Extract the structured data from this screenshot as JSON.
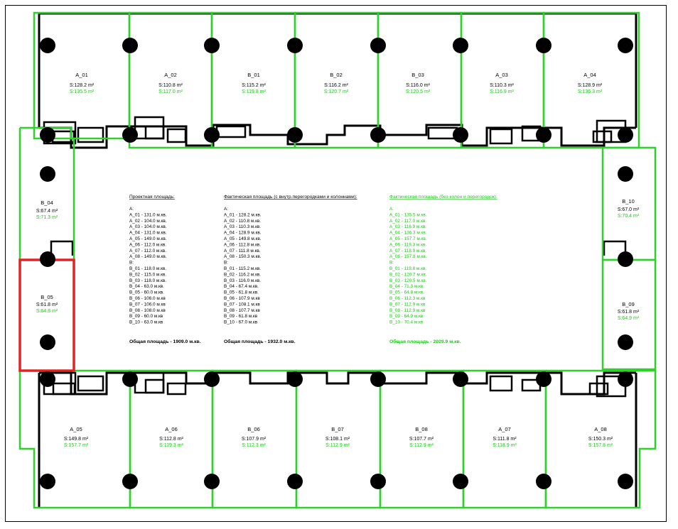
{
  "colors": {
    "unit_outline": "#2fd12b",
    "actual_clean_text": "#22c41f",
    "walls": "#000000",
    "highlight": "#e02424"
  },
  "units": {
    "A_01": {
      "name": "A_01",
      "s": "S:128.2 m²",
      "s_clean": "S:135.5 m²"
    },
    "A_02": {
      "name": "A_02",
      "s": "S:110.8 m²",
      "s_clean": "S:117.0 m²"
    },
    "B_01": {
      "name": "B_01",
      "s": "S:115.2 m²",
      "s_clean": "S:119.8 m²"
    },
    "B_02": {
      "name": "B_02",
      "s": "S:116.2 m²",
      "s_clean": "S:120.7 m²"
    },
    "B_03": {
      "name": "B_03",
      "s": "S:116.0 m²",
      "s_clean": "S:120.5 m²"
    },
    "A_03": {
      "name": "A_03",
      "s": "S:110.3 m²",
      "s_clean": "S:116.9 m²"
    },
    "A_04": {
      "name": "A_04",
      "s": "S:128.9 m²",
      "s_clean": "S:136.3 m²"
    },
    "B_04": {
      "name": "B_04",
      "s": "S:67.4 m²",
      "s_clean": "S:71.3 m²"
    },
    "B_05": {
      "name": "B_05",
      "s": "S:61.8 m²",
      "s_clean": "S:64.8 m²"
    },
    "B_10": {
      "name": "B_10",
      "s": "S:67.0 m²",
      "s_clean": "S:70.4 m²"
    },
    "B_09": {
      "name": "B_09",
      "s": "S:61.8 m²",
      "s_clean": "S:64.9 m²"
    },
    "A_05": {
      "name": "A_05",
      "s": "S:149.8 m²",
      "s_clean": "S:157.7 m²"
    },
    "A_06": {
      "name": "A_06",
      "s": "S:112.8 m²",
      "s_clean": "S:119.3 m²"
    },
    "B_06": {
      "name": "B_06",
      "s": "S:107.9 m²",
      "s_clean": "S:112.3 m²"
    },
    "B_07": {
      "name": "B_07",
      "s": "S:108.1 m²",
      "s_clean": "S:112.9 m²"
    },
    "B_08": {
      "name": "B_08",
      "s": "S:107.7 m²",
      "s_clean": "S:112.9 m²"
    },
    "A_07": {
      "name": "A_07",
      "s": "S:111.8 m²",
      "s_clean": "S:118.9 m²"
    },
    "A_08": {
      "name": "A_08",
      "s": "S:150.3 m²",
      "s_clean": "S:157.8 m²"
    }
  },
  "legend": {
    "design": {
      "title": "Проектная площадь:",
      "lines": [
        "A:",
        "A_01 - 131.0 м.кв.",
        "A_02 - 104.0 м.кв.",
        "A_03 - 104.0 м.кв.",
        "A_04 - 131.0 м.кв.",
        "A_05 - 149.0 м.кв.",
        "A_06 - 112.0 м.кв.",
        "A_07 - 112.0 м.кв.",
        "A_08 - 149.0 м.кв.",
        "B:",
        "B_01 - 118.0 м.кв.",
        "B_02 - 115.0 м.кв.",
        "B_03 - 118.0 м.кв.",
        "B_04 - 63.0 м.кв.",
        "B_05 - 60.0 м.кв.",
        "B_06 - 106.0 м.кв",
        "B_07 - 106.0 м.кв",
        "B_08 - 108.0 м.кв",
        "B_09 - 60.0 м.кв",
        "B_10 - 63.0 м.кв"
      ],
      "total": "Общая площадь - 1909.0 м.кв."
    },
    "actual": {
      "title": "Фактическая площадь (с внутр.перегородками и колоннами):",
      "lines": [
        "A:",
        "A_01 - 128.2 м.кв.",
        "A_02 - 110.8 м.кв.",
        "A_03 - 110.3 м.кв.",
        "A_04 - 128.9 м.кв.",
        "A_05 - 149.8 м.кв.",
        "A_06 - 112.8 м.кв.",
        "A_07 - 111.8 м.кв.",
        "A_08 - 150.3 м.кв.",
        "B:",
        "B_01 - 115.2 м.кв.",
        "B_02 - 116.2 м.кв.",
        "B_03 - 116.0 м.кв.",
        "B_04 - 67.4 м.кв.",
        "B_05 - 61.8 м.кв.",
        "B_06 - 107.9 м.кв",
        "B_07 - 108.1 м.кв",
        "B_08 - 107.7 м.кв",
        "B_09 - 61.8 м.кв",
        "B_10 - 67.0 м.кв"
      ],
      "total": "Общая площадь - 1932.0 м.кв."
    },
    "actual_clean": {
      "title": "Фактическая площадь (без колон и перегородок):",
      "lines": [
        "A:",
        "A_01 - 135.5 м.кв.",
        "A_02 - 117.0 м.кв.",
        "A_03 - 116.9 м.кв.",
        "A_04 - 136.3 м.кв.",
        "A_05 - 157.7 м.кв.",
        "A_06 - 119.3 м.кв.",
        "A_07 - 118.9 м.кв.",
        "A_08 - 157.8 м.кв.",
        "B:",
        "B_01 - 119.8 м.кв.",
        "B_02 - 120.7 м.кв.",
        "B_03 - 120.5 м.кв.",
        "B_04 - 71.3 м.кв.",
        "B_05 - 64.8 м.кв.",
        "B_06 - 112.3 м.кв",
        "B_07 - 112.9 м.кв",
        "B_08 - 112.9 м.кв",
        "B_09 - 64.9 м.кв",
        "B_10 - 70.4 м.кв"
      ],
      "total": "Общая площадь - 2029.9 м.кв."
    }
  }
}
